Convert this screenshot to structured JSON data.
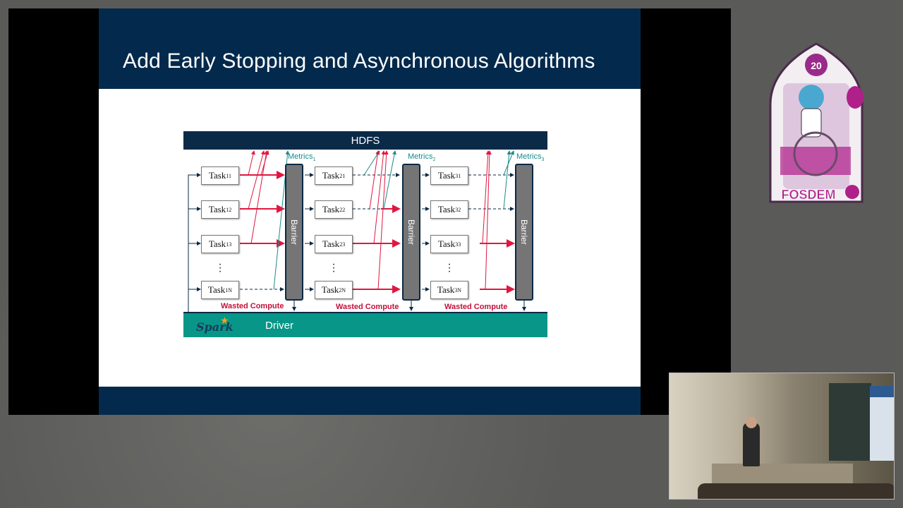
{
  "slide": {
    "title": "Add Early Stopping and Asynchronous Algorithms"
  },
  "diagram": {
    "storage_label": "HDFS",
    "driver_label": "Driver",
    "spark_logo_text": "Spark",
    "barrier_label": "Barrier",
    "wasted_label": "Wasted Compute",
    "metrics": [
      {
        "label": "Metrics",
        "sub": "1"
      },
      {
        "label": "Metrics",
        "sub": "2"
      },
      {
        "label": "Metrics",
        "sub": "3"
      }
    ],
    "stages": [
      {
        "tasks": [
          {
            "label": "Task",
            "sub": "11"
          },
          {
            "label": "Task",
            "sub": "12"
          },
          {
            "label": "Task",
            "sub": "13"
          },
          {
            "label": "Task",
            "sub": "1N"
          }
        ]
      },
      {
        "tasks": [
          {
            "label": "Task",
            "sub": "21"
          },
          {
            "label": "Task",
            "sub": "22"
          },
          {
            "label": "Task",
            "sub": "23"
          },
          {
            "label": "Task",
            "sub": "2N"
          }
        ]
      },
      {
        "tasks": [
          {
            "label": "Task",
            "sub": "31"
          },
          {
            "label": "Task",
            "sub": "32"
          },
          {
            "label": "Task",
            "sub": "33"
          },
          {
            "label": "Task",
            "sub": "3N"
          }
        ]
      }
    ],
    "colors": {
      "hdfs": "#0a2a47",
      "driver": "#079688",
      "barrier": "#757575",
      "wasted_arrow": "#e0173f",
      "metrics_arrow": "#1b8a8a"
    }
  },
  "event_badge": {
    "text": "FOSDEM",
    "year": "20"
  }
}
